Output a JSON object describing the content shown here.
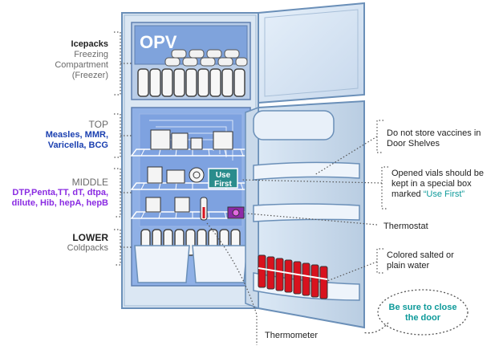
{
  "freezer": {
    "opv_label": "OPV",
    "title": "Icepacks",
    "line1": "Freezing",
    "line2": "Compartment",
    "line3": "(Freezer)"
  },
  "top_shelf": {
    "title": "TOP",
    "vaccines_line1": "Measles, MMR,",
    "vaccines_line2": "Varicella, BCG"
  },
  "middle_shelf": {
    "title": "MIDDLE",
    "vaccines_line1": "DTP,Penta,TT, dT, dtpa,",
    "vaccines_line2": "dilute, Hib, hepA, hepB"
  },
  "lower_shelf": {
    "title": "LOWER",
    "subtitle": "Coldpacks"
  },
  "use_first_box": {
    "line1": "Use",
    "line2": "First"
  },
  "notes": {
    "door_shelves_line1": "Do not store vaccines in",
    "door_shelves_line2": "Door Shelves",
    "opened_vials_line1": "Opened vials should be",
    "opened_vials_line2": "kept in a special box",
    "opened_vials_line3_prefix": "marked ",
    "opened_vials_line3_highlight": "“Use First”",
    "thermostat": "Thermostat",
    "colored_water_line1": "Colored salted or",
    "colored_water_line2": "plain water",
    "close_door_line1": "Be sure to close",
    "close_door_line2": "the door",
    "thermometer": "Thermometer"
  },
  "colors": {
    "fridge_outline": "#6a8fb8",
    "interior_blue": "#5d86d8",
    "label_blue": "#1a3fb0",
    "label_purple": "#8a2be2",
    "accent_teal": "#0e9a9a",
    "bottle_red": "#d8121e"
  }
}
